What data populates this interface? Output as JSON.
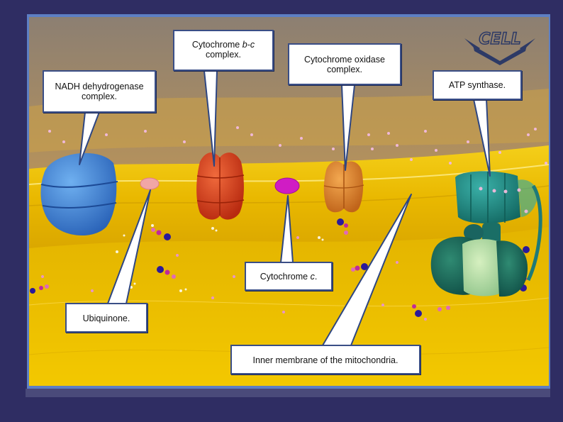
{
  "logo": {
    "text": "CELL"
  },
  "labels": {
    "nadh": {
      "line1": "NADH dehydrogenase",
      "line2": "complex."
    },
    "bc": {
      "line1_a": "Cytochrome ",
      "line1_b": "b-c",
      "line2": "complex."
    },
    "oxidase": {
      "line1": "Cytochrome oxidase",
      "line2": "complex."
    },
    "atp": {
      "line1": "ATP synthase."
    },
    "cytc": {
      "line1_a": "Cytochrome ",
      "line1_b": "c",
      "line1_c": "."
    },
    "ubiquinone": {
      "line1": "Ubiquinone."
    },
    "membrane": {
      "line1": "Inner membrane of the mitochondria."
    }
  },
  "colors": {
    "background": "#2f2d63",
    "membrane": "#f0c400",
    "nadh_complex": "#3f86d8",
    "bc_complex": "#d8401e",
    "oxidase_complex": "#e0822a",
    "cytochrome_c": "#d01cc4",
    "ubiquinone": "#f1a6a6",
    "atp_synthase": "#1e8a86",
    "callout_border": "#3a4e86"
  }
}
